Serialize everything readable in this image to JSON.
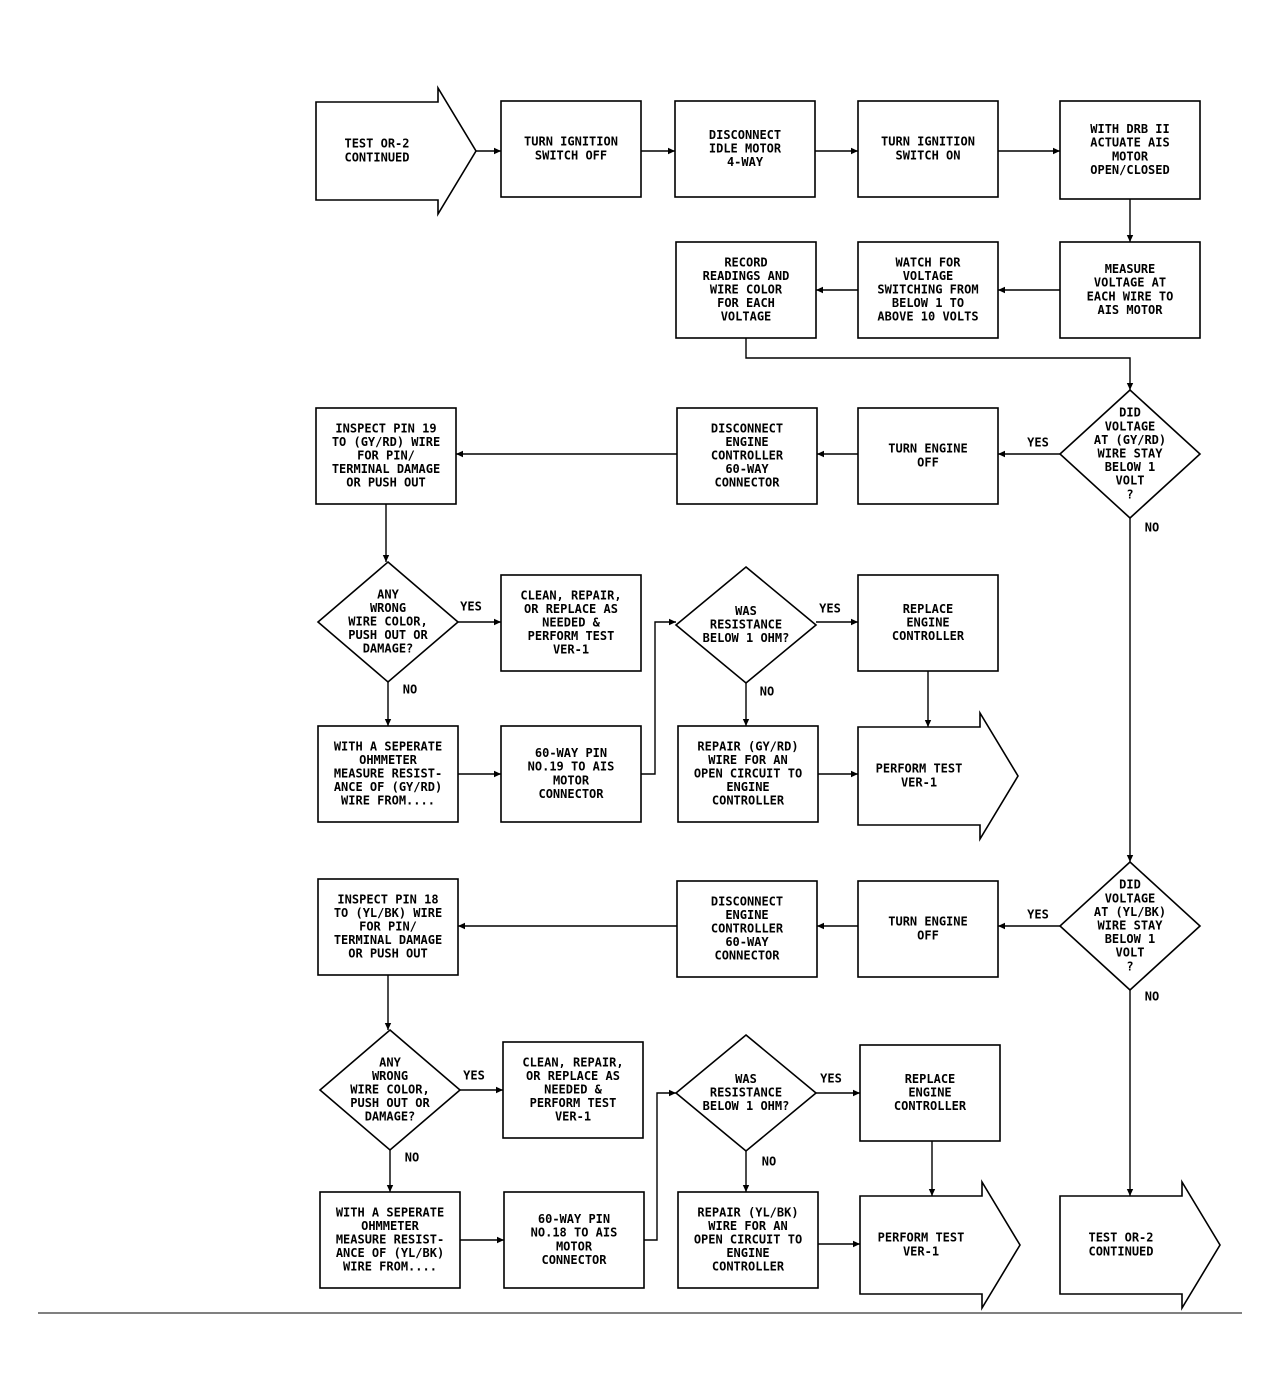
{
  "nodes": {
    "start_continued": {
      "lines": [
        "TEST OR-2",
        "CONTINUED"
      ]
    },
    "turn_ignition_off": {
      "lines": [
        "TURN IGNITION",
        "SWITCH OFF"
      ]
    },
    "disconnect_idle_motor": {
      "lines": [
        "DISCONNECT",
        "IDLE MOTOR",
        "4-WAY"
      ]
    },
    "turn_ignition_on": {
      "lines": [
        "TURN IGNITION",
        "SWITCH ON"
      ]
    },
    "actuate_ais": {
      "lines": [
        "WITH DRB II",
        "ACTUATE AIS",
        "MOTOR",
        "OPEN/CLOSED"
      ]
    },
    "measure_voltage": {
      "lines": [
        "MEASURE",
        "VOLTAGE AT",
        "EACH WIRE TO",
        "AIS MOTOR"
      ]
    },
    "watch_voltage": {
      "lines": [
        "WATCH FOR",
        "VOLTAGE",
        "SWITCHING FROM",
        "BELOW 1 TO",
        "ABOVE 10 VOLTS"
      ]
    },
    "record_readings": {
      "lines": [
        "RECORD",
        "READINGS AND",
        "WIRE COLOR",
        "FOR EACH",
        "VOLTAGE"
      ]
    },
    "d1_gyrd_below": {
      "lines": [
        "DID",
        "VOLTAGE",
        "AT (GY/RD)",
        "WIRE STAY",
        "BELOW 1",
        "VOLT",
        "?"
      ]
    },
    "a_turn_engine_off": {
      "lines": [
        "TURN ENGINE",
        "OFF"
      ]
    },
    "a_disconnect_controller": {
      "lines": [
        "DISCONNECT",
        "ENGINE",
        "CONTROLLER",
        "60-WAY",
        "CONNECTOR"
      ]
    },
    "a_inspect_pin": {
      "lines": [
        "INSPECT PIN 19",
        "TO (GY/RD) WIRE",
        "FOR PIN/",
        "TERMINAL DAMAGE",
        "OR PUSH OUT"
      ]
    },
    "a_any_wrong": {
      "lines": [
        "ANY",
        "WRONG",
        "WIRE COLOR,",
        "PUSH OUT OR",
        "DAMAGE?"
      ]
    },
    "a_clean_repair": {
      "lines": [
        "CLEAN, REPAIR,",
        "OR REPLACE AS",
        "NEEDED &",
        "PERFORM TEST",
        "VER-1"
      ]
    },
    "a_was_resistance": {
      "lines": [
        "WAS",
        "RESISTANCE",
        "BELOW 1 OHM?"
      ]
    },
    "a_replace_controller": {
      "lines": [
        "REPLACE",
        "ENGINE",
        "CONTROLLER"
      ]
    },
    "a_ohmmeter": {
      "lines": [
        "WITH A SEPERATE",
        "OHMMETER",
        "MEASURE RESIST-",
        "ANCE OF (GY/RD)",
        "WIRE FROM...."
      ]
    },
    "a_pin_to_ais": {
      "lines": [
        "60-WAY PIN",
        "NO.19 TO AIS",
        "MOTOR",
        "CONNECTOR"
      ]
    },
    "a_repair_open": {
      "lines": [
        "REPAIR (GY/RD)",
        "WIRE FOR AN",
        "OPEN CIRCUIT TO",
        "ENGINE",
        "CONTROLLER"
      ]
    },
    "a_perform_ver1": {
      "lines": [
        "PERFORM TEST",
        "VER-1"
      ]
    },
    "d2_ylbk_below": {
      "lines": [
        "DID",
        "VOLTAGE",
        "AT (YL/BK)",
        "WIRE STAY",
        "BELOW 1",
        "VOLT",
        "?"
      ]
    },
    "b_turn_engine_off": {
      "lines": [
        "TURN ENGINE",
        "OFF"
      ]
    },
    "b_disconnect_controller": {
      "lines": [
        "DISCONNECT",
        "ENGINE",
        "CONTROLLER",
        "60-WAY",
        "CONNECTOR"
      ]
    },
    "b_inspect_pin": {
      "lines": [
        "INSPECT PIN 18",
        "TO (YL/BK) WIRE",
        "FOR PIN/",
        "TERMINAL DAMAGE",
        "OR PUSH OUT"
      ]
    },
    "b_any_wrong": {
      "lines": [
        "ANY",
        "WRONG",
        "WIRE COLOR,",
        "PUSH OUT OR",
        "DAMAGE?"
      ]
    },
    "b_clean_repair": {
      "lines": [
        "CLEAN, REPAIR,",
        "OR REPLACE AS",
        "NEEDED &",
        "PERFORM TEST",
        "VER-1"
      ]
    },
    "b_was_resistance": {
      "lines": [
        "WAS",
        "RESISTANCE",
        "BELOW 1 OHM?"
      ]
    },
    "b_replace_controller": {
      "lines": [
        "REPLACE",
        "ENGINE",
        "CONTROLLER"
      ]
    },
    "b_ohmmeter": {
      "lines": [
        "WITH A SEPERATE",
        "OHMMETER",
        "MEASURE RESIST-",
        "ANCE OF (YL/BK)",
        "WIRE FROM...."
      ]
    },
    "b_pin_to_ais": {
      "lines": [
        "60-WAY PIN",
        "NO.18 TO AIS",
        "MOTOR",
        "CONNECTOR"
      ]
    },
    "b_repair_open": {
      "lines": [
        "REPAIR (YL/BK)",
        "WIRE FOR AN",
        "OPEN CIRCUIT TO",
        "ENGINE",
        "CONTROLLER"
      ]
    },
    "b_perform_ver1": {
      "lines": [
        "PERFORM TEST",
        "VER-1"
      ]
    },
    "end_continued": {
      "lines": [
        "TEST OR-2",
        "CONTINUED"
      ]
    }
  },
  "edge_labels": {
    "d1_yes": "YES",
    "d1_no": "NO",
    "a_any_yes": "YES",
    "a_any_no": "NO",
    "a_res_yes": "YES",
    "a_res_no": "NO",
    "d2_yes": "YES",
    "d2_no": "NO",
    "b_any_yes": "YES",
    "b_any_no": "NO",
    "b_res_yes": "YES",
    "b_res_no": "NO"
  }
}
